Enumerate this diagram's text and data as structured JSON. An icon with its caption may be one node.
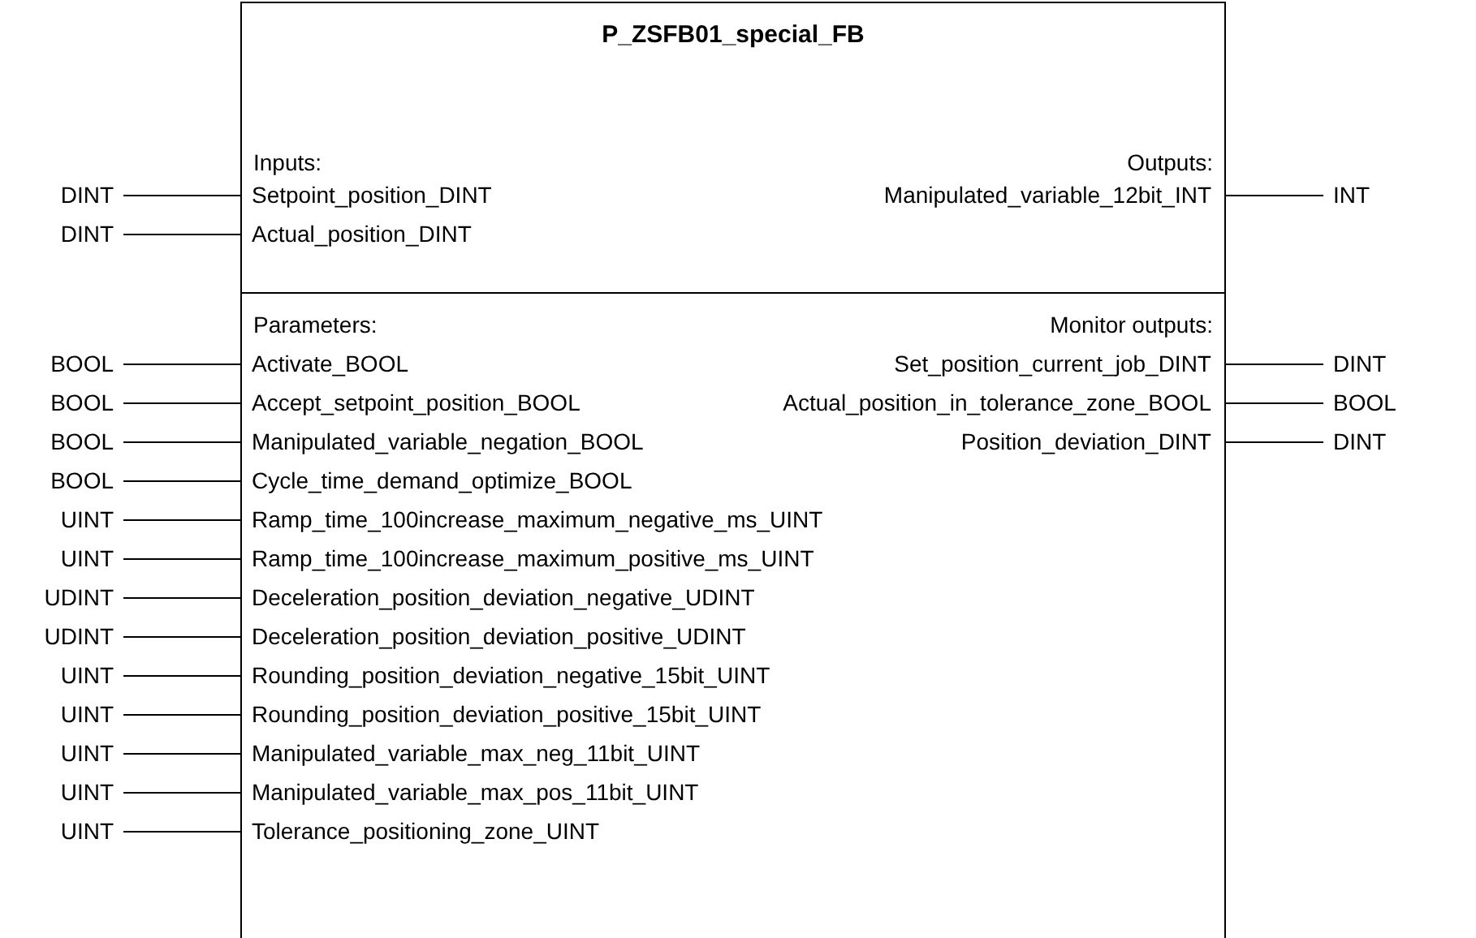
{
  "diagram": {
    "nodes": [
      {
        "text": [
          "P_ZSFB01_special_FB"
        ]
      },
      {
        "text": [
          "DINT"
        ]
      },
      {
        "text": [
          "Setpoint_position_DINT"
        ],
        "in": 0
      },
      {
        "text": [
          "Manipulated_variable_12bit_INT"
        ],
        "in": 0
      },
      {
        "text": [
          "INT"
        ]
      },
      {
        "text": [
          "DINT"
        ]
      },
      {
        "text": [
          "Actual_position_DINT"
        ],
        "in": 0
      },
      {
        "text": [
          "BOOL"
        ]
      },
      {
        "text": [
          "Activate_BOOL"
        ],
        "in": 0
      },
      {
        "text": [
          "Set_position_current_job_DINT"
        ],
        "in": 0
      },
      {
        "text": [
          "DINT"
        ]
      },
      {
        "text": [
          "BOOL"
        ]
      },
      {
        "text": [
          "Accept_setpoint_position_BOOL"
        ],
        "in": 0
      },
      {
        "text": [
          "Actual_position_in_tolerance_zone_BOOL"
        ],
        "in": 0
      },
      {
        "text": [
          "BOOL"
        ]
      },
      {
        "text": [
          "BOOL"
        ]
      },
      {
        "text": [
          "Manipulated_variable_negation_BOOL"
        ],
        "in": 0
      },
      {
        "text": [
          "Position_deviation_DINT"
        ],
        "in": 0
      },
      {
        "text": [
          "DINT"
        ]
      },
      {
        "text": [
          "BOOL"
        ]
      },
      {
        "text": [
          "Cycle_time_demand_optimize_BOOL"
        ],
        "in": 0
      },
      {
        "text": [
          "UINT"
        ]
      },
      {
        "text": [
          "Ramp_time_100increase_maximum_negative_ms_UINT"
        ],
        "in": 0
      },
      {
        "text": [
          "UINT"
        ]
      },
      {
        "text": [
          "Ramp_time_100increase_maximum_positive_ms_UINT"
        ],
        "in": 0
      },
      {
        "text": [
          "UDINT"
        ]
      },
      {
        "text": [
          "Deceleration_position_deviation_negative_UDINT"
        ],
        "in": 0
      },
      {
        "text": [
          "UDINT"
        ]
      },
      {
        "text": [
          "Deceleration_position_deviation_positive_UDINT"
        ],
        "in": 0
      },
      {
        "text": [
          "UINT"
        ]
      },
      {
        "text": [
          "Rounding_position_deviation_negative_15bit_UINT"
        ],
        "in": 0
      },
      {
        "text": [
          "UINT"
        ]
      },
      {
        "text": [
          "Rounding_position_deviation_positive_15bit_UINT"
        ],
        "in": 0
      },
      {
        "text": [
          "UINT"
        ]
      },
      {
        "text": [
          "Manipulated_variable_max_neg_11bit_UINT"
        ],
        "in": 0
      },
      {
        "text": [
          "UINT"
        ]
      },
      {
        "text": [
          "Manipulated_variable_max_pos_11bit_UINT"
        ],
        "in": 0
      },
      {
        "text": [
          "UINT"
        ]
      },
      {
        "text": [
          "Tolerance_positioning_zone_UINT"
        ],
        "in": 0
      }
    ],
    "edges": [
      {
        "from": 1,
        "to": 2,
        "arrow": "none"
      },
      {
        "from": 3,
        "to": 4,
        "arrow": "none"
      },
      {
        "from": 5,
        "to": 6,
        "arrow": "none"
      },
      {
        "from": 7,
        "to": 8,
        "arrow": "none"
      },
      {
        "from": 9,
        "to": 10,
        "arrow": "none"
      },
      {
        "from": 11,
        "to": 12,
        "arrow": "none"
      },
      {
        "from": 13,
        "to": 14,
        "arrow": "none"
      },
      {
        "from": 15,
        "to": 16,
        "arrow": "none"
      },
      {
        "from": 17,
        "to": 18,
        "arrow": "none"
      },
      {
        "from": 19,
        "to": 20,
        "arrow": "none"
      },
      {
        "from": 21,
        "to": 22,
        "arrow": "none"
      },
      {
        "from": 23,
        "to": 24,
        "arrow": "none"
      },
      {
        "from": 25,
        "to": 26,
        "arrow": "none"
      },
      {
        "from": 27,
        "to": 28,
        "arrow": "none"
      },
      {
        "from": 29,
        "to": 30,
        "arrow": "none"
      },
      {
        "from": 31,
        "to": 32,
        "arrow": "none"
      },
      {
        "from": 33,
        "to": 34,
        "arrow": "none"
      },
      {
        "from": 35,
        "to": 36,
        "arrow": "none"
      },
      {
        "from": 37,
        "to": 38,
        "arrow": "none"
      }
    ],
    "labels": [
      "Inputs:",
      "Outputs:",
      "Parameters:",
      "Monitor outputs:"
    ]
  }
}
